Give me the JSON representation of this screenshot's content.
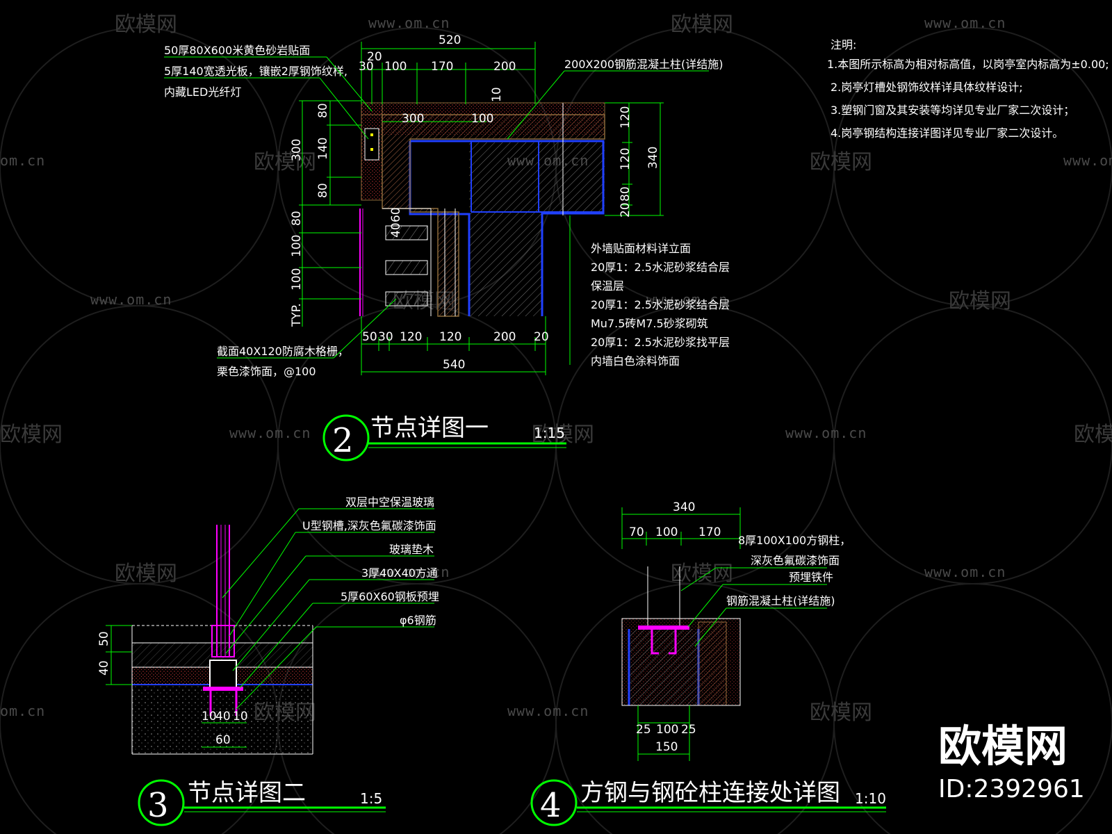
{
  "watermark": {
    "brand": "欧模网",
    "url": "www.om.cn",
    "url_short": "om.cn"
  },
  "notes": {
    "heading": "注明:",
    "items": [
      "1.本图所示标高为相对标高值，以岗亭室内标高为±0.00;",
      "2.岗亭灯槽处钢饰纹样详具体纹样设计;",
      "3.塑钢门窗及其安装等均详见专业厂家二次设计；",
      "4.岗亭钢结构连接详图详见专业厂家二次设计。"
    ]
  },
  "detail2": {
    "number": "2",
    "title": "节点详图一",
    "scale": "1:15",
    "callouts_left": [
      "50厚80X600米黄色砂岩贴面",
      "5厚140宽透光板，镶嵌2厚钢饰纹样,",
      "内藏LED光纤灯"
    ],
    "callout_top_right": "200X200钢筋混凝土柱(详结施)",
    "callout_bottom_left": [
      "截面40X120防腐木格栅，",
      "栗色漆饰面，@100"
    ],
    "layers": [
      "外墙贴面材料详立面",
      "20厚1：2.5水泥砂浆结合层",
      "保温层",
      "20厚1：2.5水泥砂浆结合层",
      "Mu7.5砖M7.5砂浆砌筑",
      "20厚1：2.5水泥砂浆找平层",
      "内墙白色涂料饰面"
    ],
    "dims_top": {
      "total": "520",
      "a": "20",
      "b": "30",
      "c": "100",
      "d": "170",
      "e": "200"
    },
    "dims_inner": {
      "a": "300",
      "b": "100",
      "c": "10"
    },
    "dims_left": {
      "a": "80",
      "b": "140",
      "c": "80",
      "total": "300",
      "d": "80",
      "e": "100",
      "f": "100",
      "typ": "TYP.",
      "g": "60",
      "h": "40"
    },
    "dims_right": {
      "a": "120",
      "b": "120",
      "c": "80",
      "d": "20",
      "total": "340"
    },
    "dims_bottom": {
      "a": "50",
      "b": "30",
      "c": "120",
      "d": "120",
      "e": "200",
      "f": "20",
      "total": "540"
    }
  },
  "detail3": {
    "number": "3",
    "title": "节点详图二",
    "scale": "1:5",
    "callouts": [
      "双层中空保温玻璃",
      "U型钢槽,深灰色氟碳漆饰面",
      "玻璃垫木",
      "3厚40X40方通",
      "5厚60X60钢板预埋",
      "φ6钢筋"
    ],
    "dims": {
      "a": "50",
      "b": "40",
      "c": "10",
      "d": "40",
      "e": "10",
      "total": "60"
    }
  },
  "detail4": {
    "number": "4",
    "title": "方钢与钢砼柱连接处详图",
    "scale": "1:10",
    "callouts": [
      "8厚100X100方钢柱，",
      "深灰色氟碳漆饰面",
      "预埋铁件",
      "钢筋混凝土柱(详结施)"
    ],
    "dims_top": {
      "total": "340",
      "a": "70",
      "b": "100",
      "c": "170"
    },
    "dims_bottom": {
      "a": "25",
      "b": "100",
      "c": "25",
      "total": "150"
    }
  },
  "brand_mark": {
    "name": "欧模网",
    "id": "ID:2392961"
  },
  "colors": {
    "background": "#000000",
    "dimension": "#00ff00",
    "line": "#ffffff",
    "magenta": "#ff00ff",
    "blue": "#0000ff",
    "red_hatch": "#b22222",
    "brown": "#8b6a3a"
  }
}
